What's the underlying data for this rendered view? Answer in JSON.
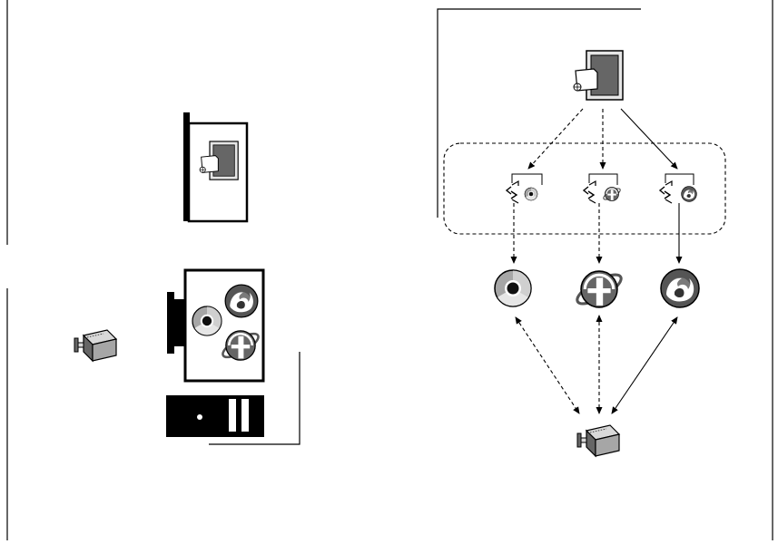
{
  "figure": {
    "labels": []
  },
  "palette": {
    "stroke": "#000000",
    "dark_gray": "#666666",
    "mid_gray": "#a6a6a6",
    "light_gray": "#d9d9d9",
    "paper": "#ffffff"
  },
  "left_panel": {
    "tablet": {
      "icon": "document-on-tablet-icon"
    },
    "desktop": {
      "icons": [
        "chrome-icon",
        "firefox-icon",
        "internet-explorer-icon"
      ]
    },
    "server": {
      "icon": "server-icon"
    }
  },
  "right_panel": {
    "source": {
      "icon": "document-on-tablet-icon"
    },
    "adapters": [
      {
        "id": "chrome",
        "icon": "chrome-adapter-icon",
        "link": "dashed"
      },
      {
        "id": "ie",
        "icon": "ie-adapter-icon",
        "link": "dashed"
      },
      {
        "id": "firefox",
        "icon": "firefox-adapter-icon",
        "link": "solid"
      }
    ],
    "browsers": [
      {
        "id": "chrome",
        "icon": "chrome-icon",
        "server_link": "dashed"
      },
      {
        "id": "ie",
        "icon": "internet-explorer-icon",
        "server_link": "dashed"
      },
      {
        "id": "firefox",
        "icon": "firefox-icon",
        "server_link": "solid"
      }
    ],
    "server": {
      "icon": "server-icon"
    }
  }
}
